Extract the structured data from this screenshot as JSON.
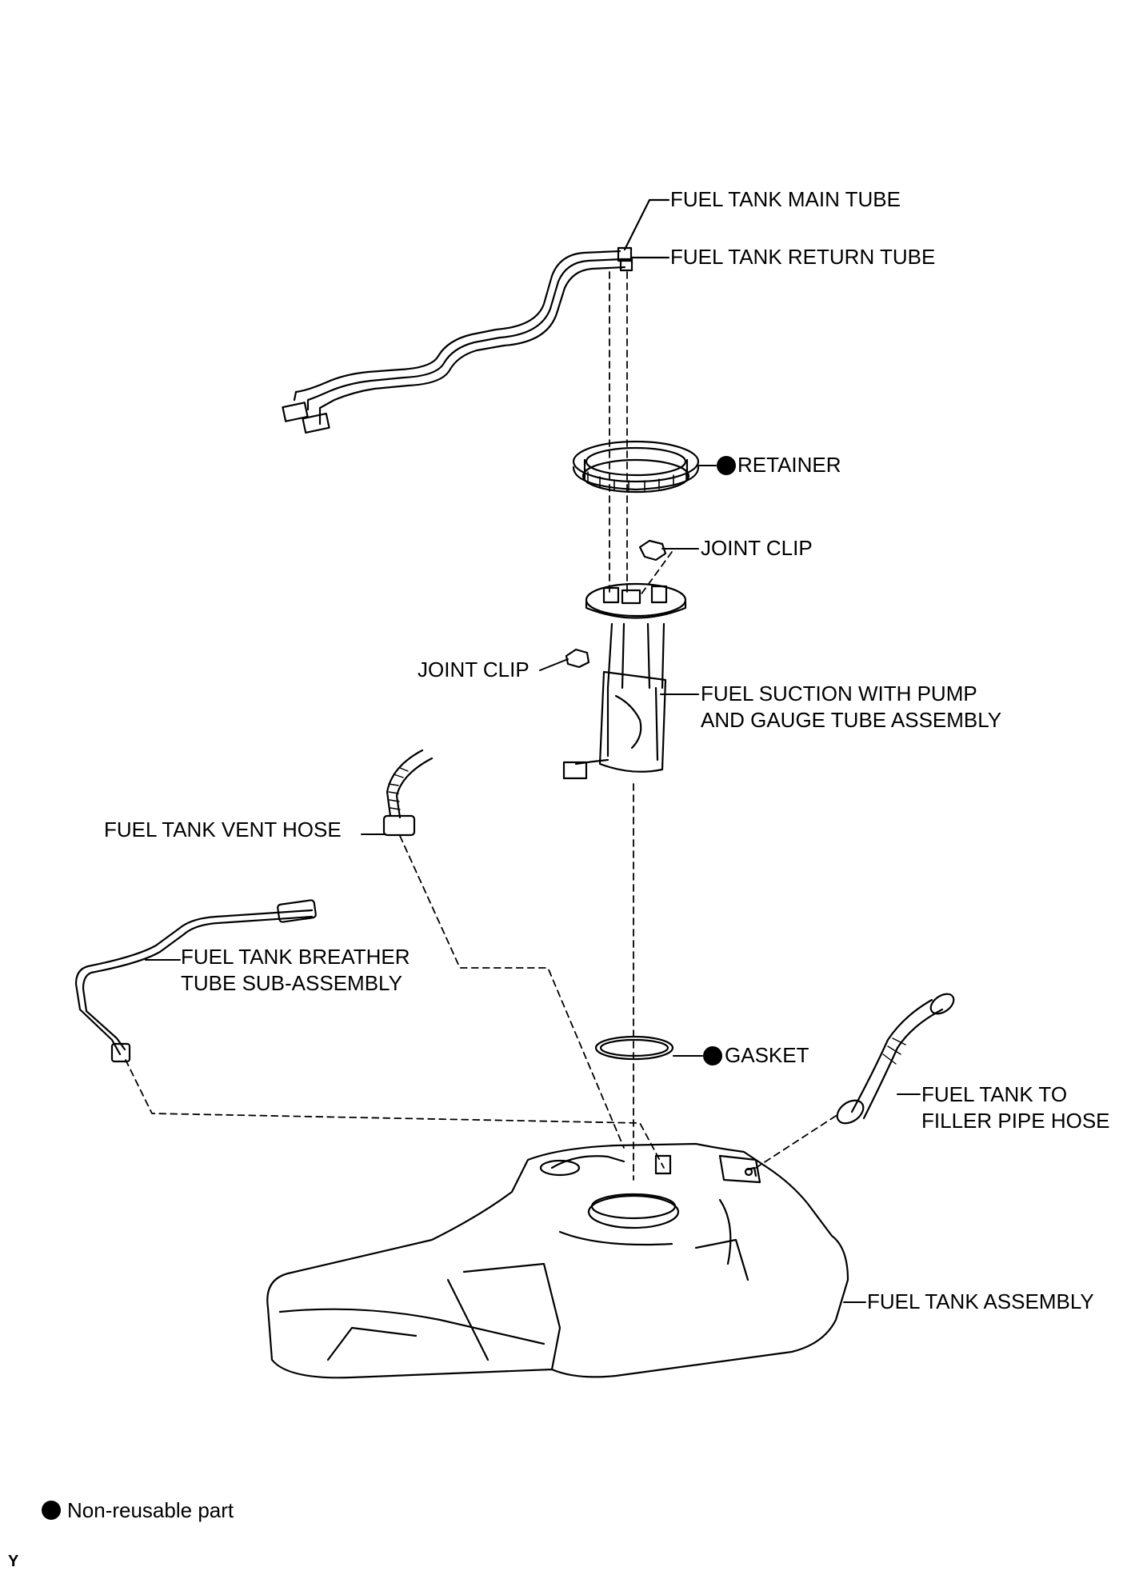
{
  "labels": {
    "main_tube": "FUEL TANK MAIN TUBE",
    "return_tube": "FUEL TANK RETURN TUBE",
    "retainer": "RETAINER",
    "joint_clip_top": "JOINT CLIP",
    "joint_clip_left": "JOINT CLIP",
    "pump_assembly_line1": "FUEL SUCTION WITH PUMP",
    "pump_assembly_line2": "AND GAUGE TUBE ASSEMBLY",
    "vent_hose": "FUEL TANK VENT HOSE",
    "breather_line1": "FUEL TANK BREATHER",
    "breather_line2": "TUBE SUB-ASSEMBLY",
    "gasket": "GASKET",
    "filler_hose_line1": "FUEL TANK TO",
    "filler_hose_line2": "FILLER PIPE HOSE",
    "tank_assembly": "FUEL TANK ASSEMBLY"
  },
  "legend": {
    "text": "Non-reusable part",
    "symbol": "filled-circle"
  },
  "figure_code": "Y",
  "non_reusable_parts": [
    "RETAINER",
    "GASKET"
  ]
}
